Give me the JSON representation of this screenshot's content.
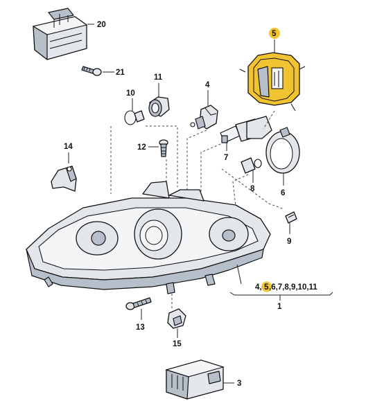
{
  "colors": {
    "highlight": "#f2c330",
    "part_fill": "#e3e7ec",
    "part_shadow": "#b7c0ca",
    "outline": "#111111"
  },
  "parts": {
    "p1": "1",
    "p3": "3",
    "p4": "4",
    "p5": "5",
    "p6": "6",
    "p7": "7",
    "p8": "8",
    "p9": "9",
    "p10": "10",
    "p11": "11",
    "p12": "12",
    "p13": "13",
    "p14": "14",
    "p15": "15",
    "p20": "20",
    "p21": "21"
  },
  "assembly_list": {
    "prefix": "4,",
    "highlighted": "5",
    "suffix": ",6,7,8,9,10,11"
  },
  "highlighted_part": "5"
}
